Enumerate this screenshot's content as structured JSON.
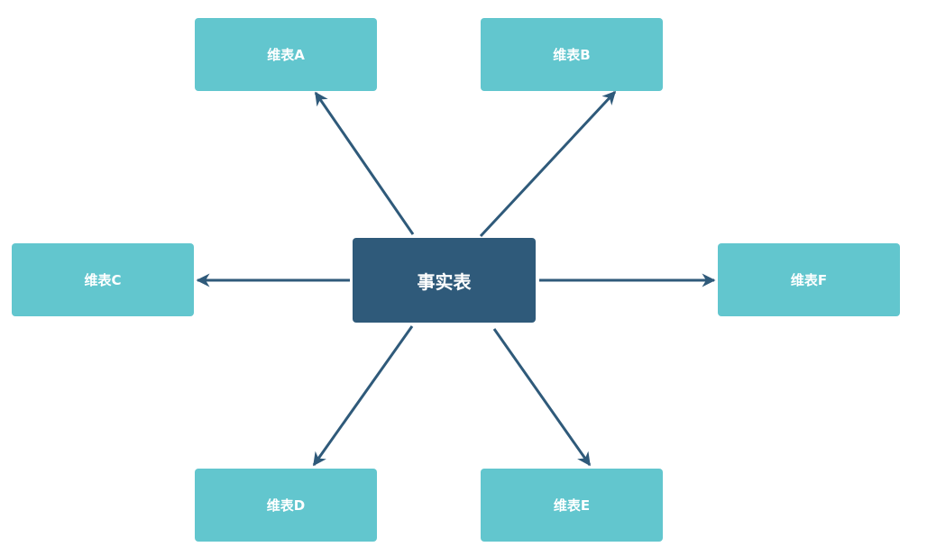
{
  "diagram": {
    "fact_table": {
      "label": "事实表"
    },
    "dimensions": [
      {
        "id": "a",
        "label": "维表A"
      },
      {
        "id": "b",
        "label": "维表B"
      },
      {
        "id": "c",
        "label": "维表C"
      },
      {
        "id": "d",
        "label": "维表D"
      },
      {
        "id": "e",
        "label": "维表E"
      },
      {
        "id": "f",
        "label": "维表F"
      }
    ],
    "colors": {
      "dimension_fill": "#62c6ce",
      "fact_fill": "#2f5a7a",
      "arrow": "#2f5a7a",
      "text": "#ffffff"
    }
  }
}
